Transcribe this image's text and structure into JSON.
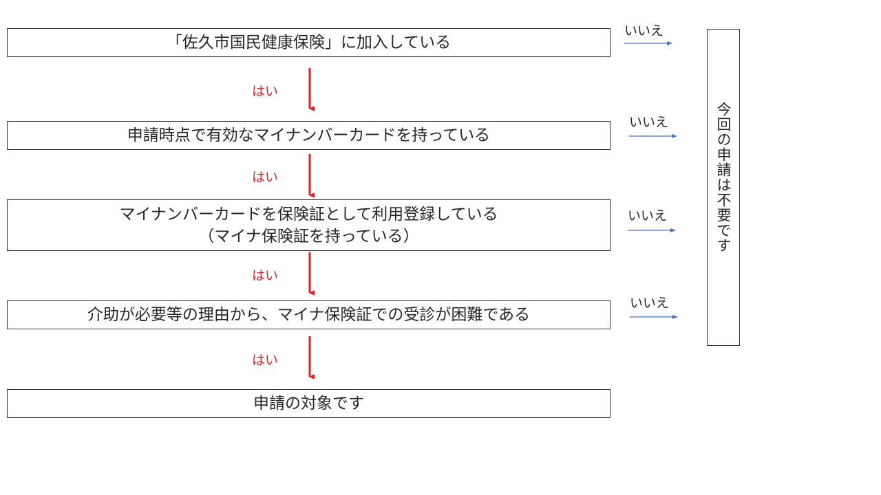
{
  "steps": [
    {
      "text": "「佐久市国民健康保険」に加入している"
    },
    {
      "text": "申請時点で有効なマイナンバーカードを持っている"
    },
    {
      "line1": "マイナンバーカードを保険証として利用登録している",
      "line2": "（マイナ保険証を持っている）"
    },
    {
      "text": "介助が必要等の理由から、マイナ保険証での受診が困難である"
    },
    {
      "text": "申請の対象です"
    }
  ],
  "yes_label": "はい",
  "no_label": "いいえ",
  "result_text": "今回の申請は不要です",
  "colors": {
    "yes_arrow": "#e02020",
    "no_arrow": "#4472c4",
    "border": "#333333"
  }
}
